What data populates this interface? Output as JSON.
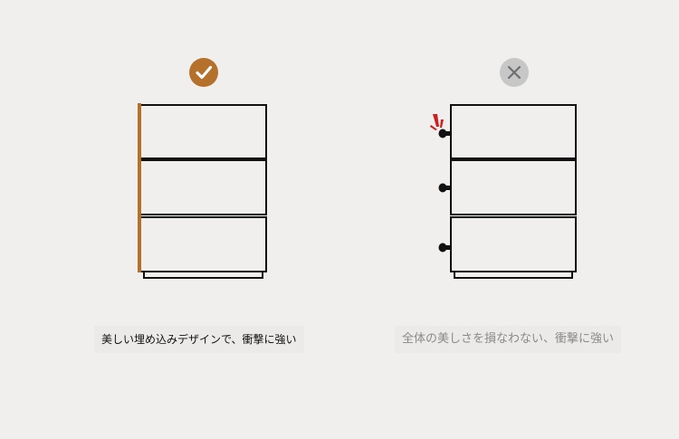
{
  "panels": {
    "good": {
      "status_icon": "check-icon",
      "badge_color": "#b5702c",
      "handle_color": "#b5702c",
      "caption": "美しい埋め込みデザインで、衝撃に強い"
    },
    "bad": {
      "status_icon": "cross-icon",
      "badge_color": "#c7c7c7",
      "impact_color": "#cc1f1f",
      "caption": "全体の美しさを損なわない、衝撃に強い"
    }
  },
  "drawer_count": 3
}
